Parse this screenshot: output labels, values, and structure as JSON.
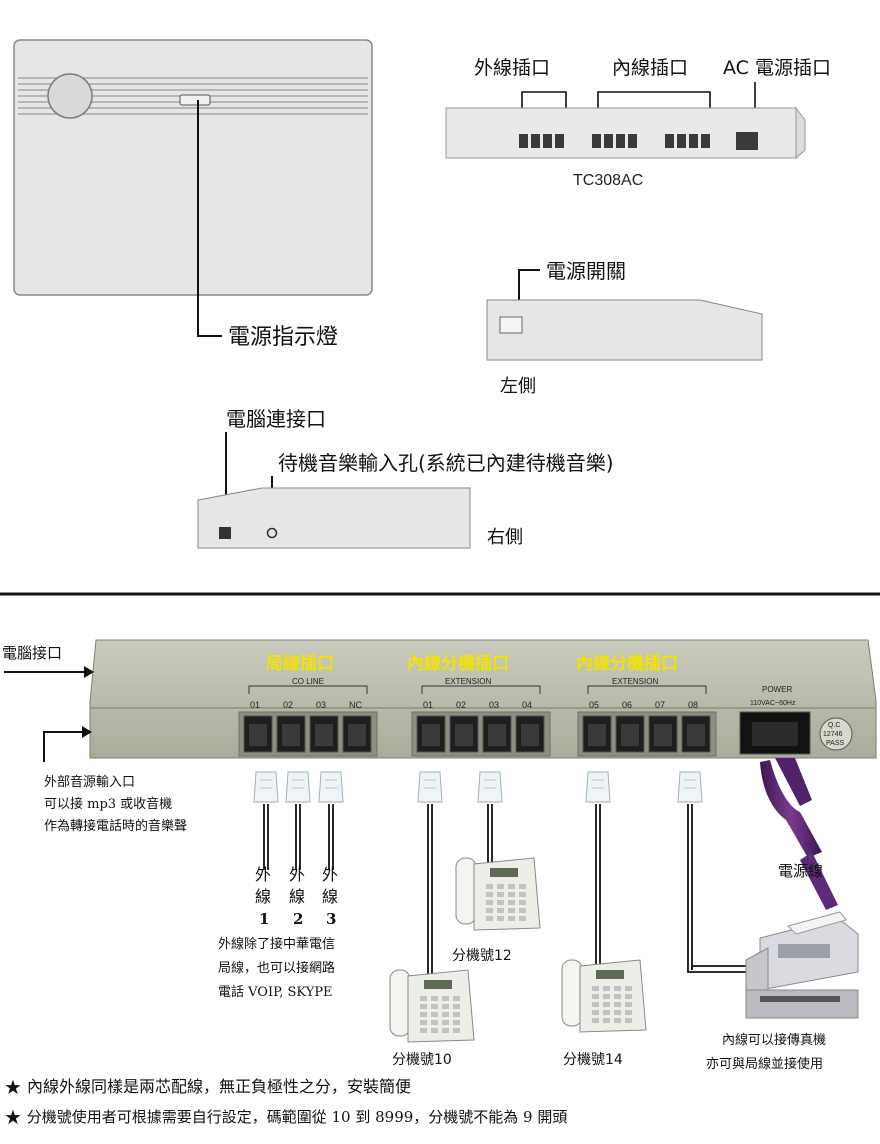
{
  "top": {
    "label_ext_line": "外線插口",
    "label_int_line": "內線插口",
    "label_ac": "AC 電源插口",
    "model": "TC308AC",
    "label_power_indicator": "電源指示燈",
    "label_power_switch": "電源開關",
    "label_left_side": "左側",
    "label_pc_port": "電腦連接口",
    "label_hold_music": "待機音樂輸入孔(系統已內建待機音樂)",
    "label_right_side": "右側"
  },
  "bottom": {
    "label_pc_port": "電腦接口",
    "label_co_jack": "局線插口",
    "label_ext_jack_a": "內線分機插口",
    "label_ext_jack_b": "內線分機插口",
    "co_line": "CO LINE",
    "extension": "EXTENSION",
    "co_ports": [
      "01",
      "02",
      "03",
      "NC"
    ],
    "ext_ports_a": [
      "01",
      "02",
      "03",
      "04"
    ],
    "ext_ports_b": [
      "05",
      "06",
      "07",
      "08"
    ],
    "power_title": "POWER",
    "power_spec": "110VAC~60Hz",
    "qc": [
      "Q.C",
      "12746",
      "PASS"
    ],
    "music_input": [
      "外部音源輸入口",
      "可以接 mp3 或收音機",
      "作為轉接電話時的音樂聲"
    ],
    "outer_lines": [
      {
        "c1": "外",
        "c2": "線",
        "n": "1"
      },
      {
        "c1": "外",
        "c2": "線",
        "n": "2"
      },
      {
        "c1": "外",
        "c2": "線",
        "n": "3"
      }
    ],
    "outer_note": [
      "外線除了接中華電信",
      "局線，也可以接網路",
      "電話 VOIP, SKYPE"
    ],
    "phone_12": "分機號12",
    "phone_10": "分機號10",
    "phone_14": "分機號14",
    "power_cord": "電源線",
    "fax_note": [
      "內線可以接傳真機",
      "亦可與局線並接使用"
    ]
  },
  "footer": {
    "line1": "內線外線同樣是兩芯配線，無正負極性之分，安裝簡便",
    "line2": "分機號使用者可根據需要自行設定，碼範圍從 10 到 8999，分機號不能為 9 開頭",
    "bullet": "★"
  }
}
